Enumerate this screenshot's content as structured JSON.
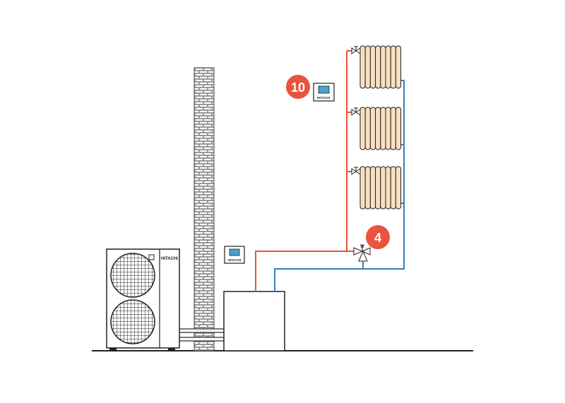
{
  "brand": "HITACHI",
  "badges": {
    "controller": "10",
    "valve": "4"
  },
  "colors": {
    "flow": "#e8543f",
    "return": "#3a7dbf",
    "badge": "#e8543f",
    "radiator": "#f7dfc0",
    "brick": "#d9d9d9",
    "screen": "#4aa3c8",
    "outline": "#222222"
  },
  "icons": [
    "outdoor-unit-icon",
    "indoor-unit-icon",
    "room-controller-icon",
    "radiator-icon",
    "valve-icon",
    "three-way-valve-icon",
    "brick-wall-icon"
  ]
}
